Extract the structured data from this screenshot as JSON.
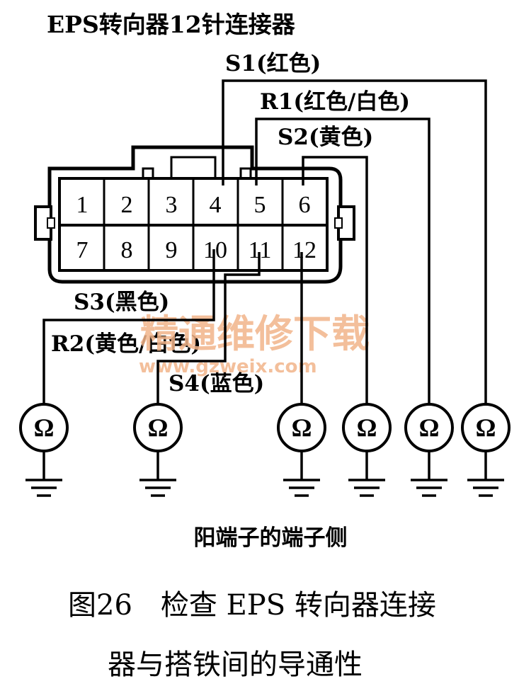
{
  "title": "EPS转向器12针连接器",
  "pins_top": [
    "1",
    "2",
    "3",
    "4",
    "5",
    "6"
  ],
  "pins_bottom": [
    "7",
    "8",
    "9",
    "10",
    "11",
    "12"
  ],
  "wires": {
    "s1": "S1(红色)",
    "r1": "R1(红色/白色)",
    "s2": "S2(黄色)",
    "s3": "S3(黑色)",
    "r2": "R2(黄色/白色)",
    "s4": "S4(蓝色)"
  },
  "meter_symbol": "Ω",
  "view_note": "阳端子的端子侧",
  "watermark": {
    "text": "精通维修下载",
    "url": "www.gzweix.com",
    "color": "#f2b48a"
  },
  "caption": {
    "line1": "图26　检查 EPS 转向器连接",
    "line2": "器与搭铁间的导通性"
  }
}
